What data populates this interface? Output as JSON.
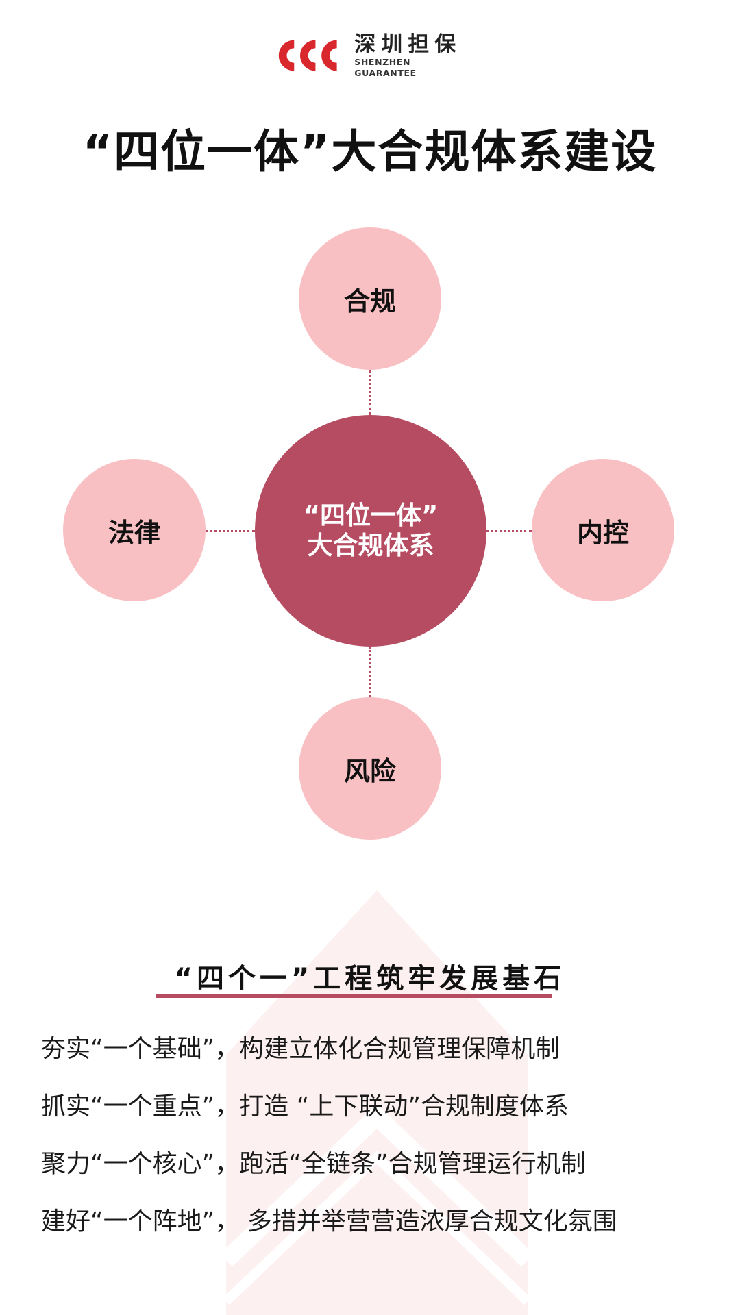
{
  "header": {
    "logo_cn": "深圳担保",
    "logo_en": "SHENZHEN GUARANTEE",
    "brand_color": "#d9272e"
  },
  "title": "“四位一体”大合规体系建设",
  "diagram": {
    "center": {
      "line1": "“四位一体”",
      "line2": "大合规体系"
    },
    "top": "合规",
    "left": "法律",
    "right": "内控",
    "bottom": "风险",
    "colors": {
      "center": "#b64c62",
      "outer": "#f9c0c4",
      "connector": "#b64c62"
    }
  },
  "section": {
    "title": "“四个一”工程筑牢发展基石",
    "points": [
      "夯实“一个基础”，构建立体化合规管理保障机制",
      "抓实“一个重点”，打造 “上下联动”合规制度体系",
      "聚力“一个核心”，跑活“全链条”合规管理运行机制",
      "建好“一个阵地”， 多措并举营营造浓厚合规文化氛围"
    ]
  }
}
